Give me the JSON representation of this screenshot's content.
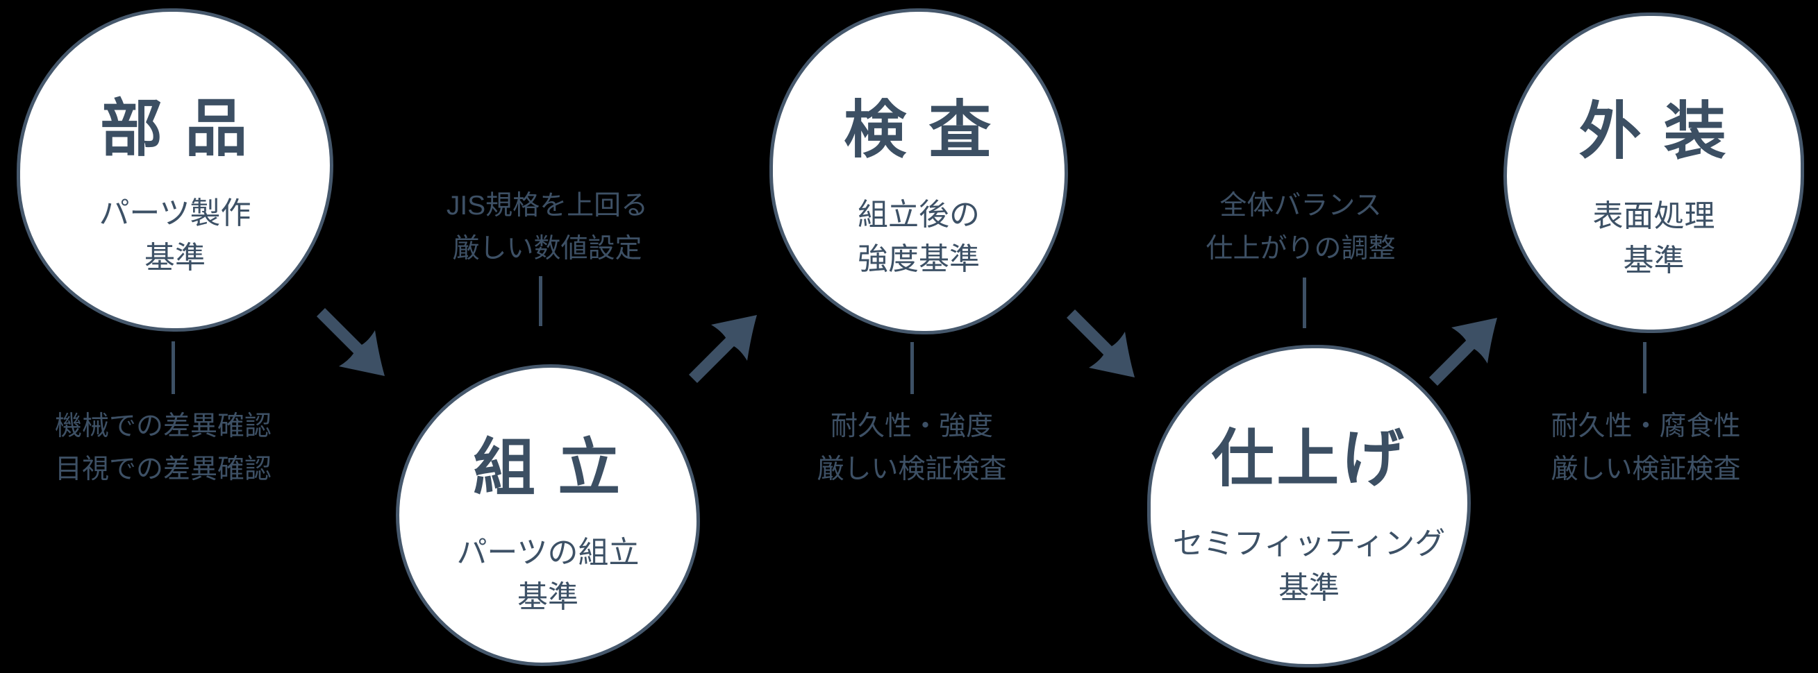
{
  "colors": {
    "background": "#000000",
    "ink": "#3d5065",
    "circle_fill": "#ffffff",
    "circle_border": "#46586c"
  },
  "stages": [
    {
      "id": "parts",
      "title": "部 品",
      "subtitle_lines": [
        "パーツ製作",
        "基準"
      ],
      "row": "top",
      "note": {
        "placement": "below",
        "lines": [
          "機械での差異確認",
          "目視での差異確認"
        ]
      }
    },
    {
      "id": "assembly",
      "title": "組 立",
      "subtitle_lines": [
        "パーツの組立",
        "基準"
      ],
      "row": "bottom",
      "note": {
        "placement": "above",
        "lines": [
          "JIS規格を上回る",
          "厳しい数値設定"
        ]
      }
    },
    {
      "id": "inspection",
      "title": "検 査",
      "subtitle_lines": [
        "組立後の",
        "強度基準"
      ],
      "row": "top",
      "note": {
        "placement": "below",
        "lines": [
          "耐久性・強度",
          "厳しい検証検査"
        ]
      }
    },
    {
      "id": "finishing",
      "title": "仕上げ",
      "subtitle_lines": [
        "セミフィッティング",
        "基準"
      ],
      "row": "bottom",
      "note": {
        "placement": "above",
        "lines": [
          "全体バランス",
          "仕上がりの調整"
        ]
      }
    },
    {
      "id": "exterior",
      "title": "外 装",
      "subtitle_lines": [
        "表面処理",
        "基準"
      ],
      "row": "top",
      "note": {
        "placement": "below",
        "lines": [
          "耐久性・腐食性",
          "厳しい検証検査"
        ]
      }
    }
  ],
  "arrows": [
    {
      "from": "parts",
      "to": "assembly",
      "direction": "down-right"
    },
    {
      "from": "assembly",
      "to": "inspection",
      "direction": "up-right"
    },
    {
      "from": "inspection",
      "to": "finishing",
      "direction": "down-right"
    },
    {
      "from": "finishing",
      "to": "exterior",
      "direction": "up-right"
    }
  ]
}
